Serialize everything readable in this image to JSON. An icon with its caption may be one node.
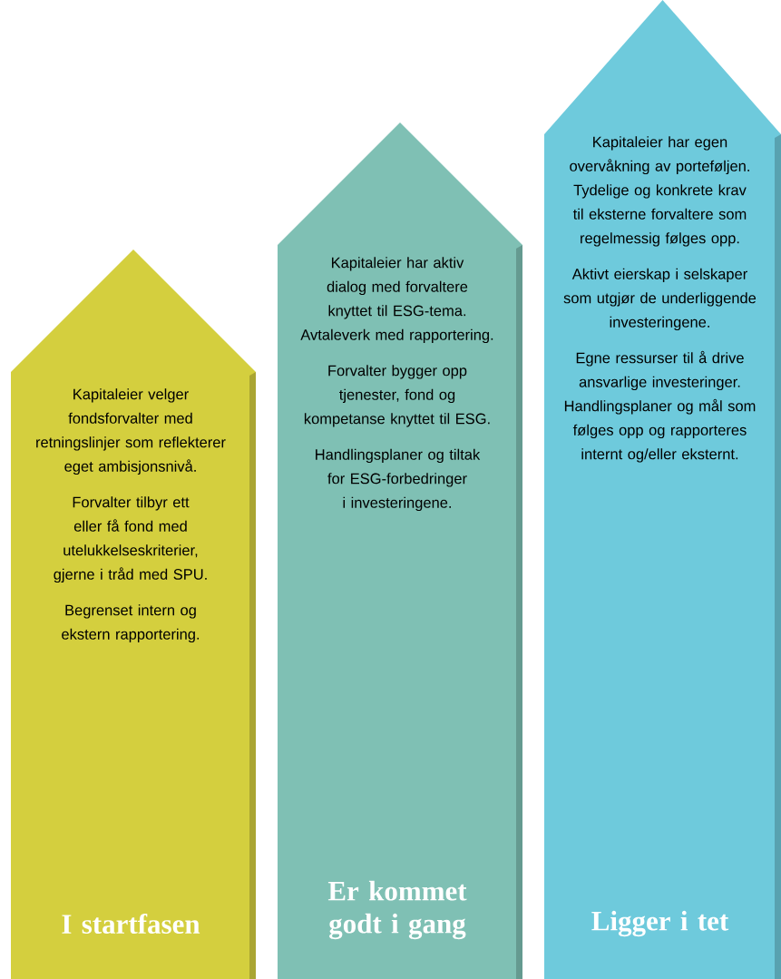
{
  "diagram": {
    "nodes": [
      {
        "text": [
          "Kapitaleier velger fondsforvalter med retningslinjer som reflekterer eget ambisjonsnivå.",
          "Forvalter tilbyr ett eller få fond med utelukkelseskriterier, gjerne i tråd med SPU.",
          "Begrenset intern og ekstern rapportering.",
          "I startfasen"
        ]
      },
      {
        "text": [
          "Kapitaleier har aktiv dialog med forvaltere knyttet til ESG-tema. Avtaleverk med rapportering.",
          "Forvalter bygger opp tjenester, fond og kompetanse knyttet til ESG.",
          "Handlingsplaner og tiltak for ESG-forbedringer i investeringene.",
          "Er kommet godt i gang"
        ]
      },
      {
        "text": [
          "Kapitaleier har egen overvåkning av porteføljen. Tydelige og konkrete krav til eksterne forvaltere som regelmessig følges opp.",
          "Aktivt eierskap i selskaper som utgjør de underliggende investeringene.",
          "Egne ressurser til å drive ansvarlige investeringer. Handlingsplaner og mål som følges opp og rapporteres internt og/eller eksternt.",
          "Ligger i tet"
        ]
      }
    ]
  }
}
